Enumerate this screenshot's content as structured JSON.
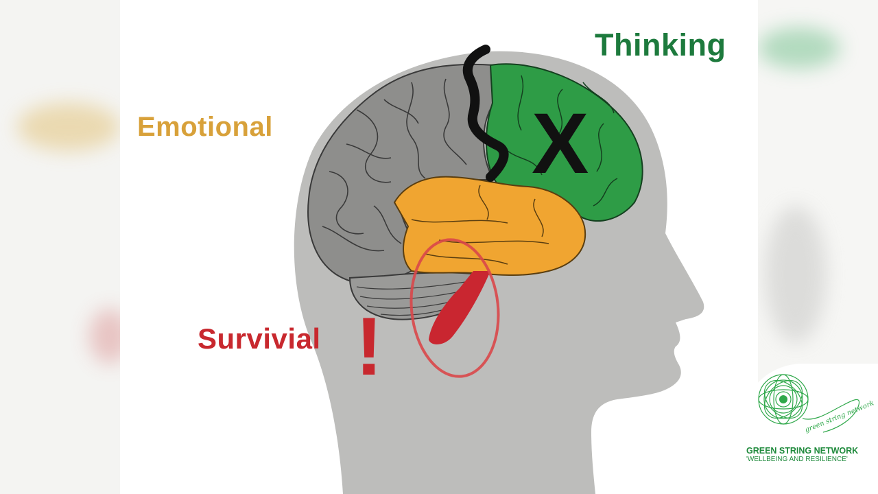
{
  "labels": {
    "thinking": "Thinking",
    "emotional": "Emotional",
    "survival": "Survivial"
  },
  "marks": {
    "x_mark": "X",
    "exclamation": "!"
  },
  "logo": {
    "name": "GREEN STRING NETWORK",
    "tagline": "'WELLBEING AND RESILIENCE'"
  },
  "colors": {
    "thinking": "#1d7a3d",
    "emotional": "#d8a13a",
    "survival": "#c8282e",
    "cortex_green": "#2e9c46",
    "limbic_orange": "#f0a531",
    "brainstem_red": "#c92630",
    "head_gray": "#bdbdbb",
    "brain_gray": "#8e8e8c",
    "logo_green": "#2fa84a"
  }
}
